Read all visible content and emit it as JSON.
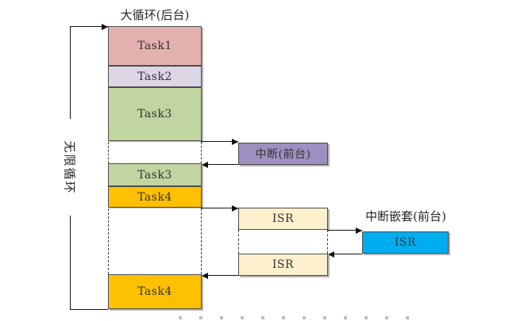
{
  "title": "大循环(后台)",
  "loop_label": "无限循环",
  "column": {
    "task1": "Task1",
    "task2": "Task2",
    "task3": "Task3",
    "task3_resume": "Task3",
    "task4": "Task4",
    "task4_resume": "Task4"
  },
  "interrupt": {
    "label": "中断(前台)",
    "isr_first": "ISR",
    "isr_second": "ISR"
  },
  "nested_interrupt": {
    "title": "中断嵌套(前台)",
    "isr": "ISR"
  },
  "colors": {
    "task1": "#e4b1b1",
    "task2": "#dcd6e6",
    "task3": "#c0d5a0",
    "task4": "#fdc101",
    "interrupt": "#9d90c0",
    "isr": "#fdf0cd",
    "isr_nested": "#00aeef"
  }
}
